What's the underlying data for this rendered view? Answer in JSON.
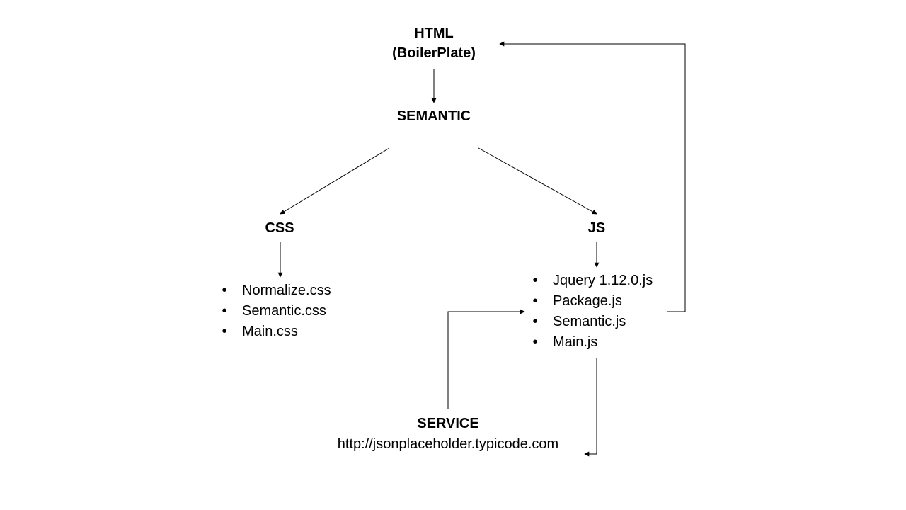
{
  "nodes": {
    "html": {
      "line1": "HTML",
      "line2": "(BoilerPlate)"
    },
    "semantic": {
      "label": "SEMANTIC"
    },
    "css": {
      "label": "CSS"
    },
    "js": {
      "label": "JS"
    },
    "service": {
      "label": "SERVICE",
      "url": "http://jsonplaceholder.typicode.com"
    }
  },
  "css_files": [
    "Normalize.css",
    "Semantic.css",
    "Main.css"
  ],
  "js_files": [
    "Jquery 1.12.0.js",
    "Package.js",
    "Semantic.js",
    "Main.js"
  ],
  "bullet_glyph": "•",
  "colors": {
    "text": "#000000",
    "line": "#000000",
    "background": "#ffffff"
  }
}
